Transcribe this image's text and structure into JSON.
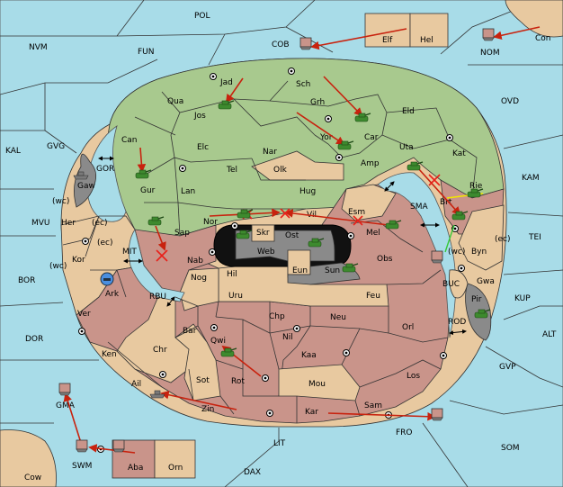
{
  "map": {
    "sea_labels": [
      "POL",
      "NVM",
      "FUN",
      "COB",
      "NOM",
      "Con",
      "OVD",
      "KAL",
      "GVG",
      "GOR",
      "KAM",
      "MVU",
      "SMA",
      "TEI",
      "BOR",
      "MIT",
      "RBU",
      "BUC",
      "KUP",
      "DOR",
      "ROD",
      "ALT",
      "GVP",
      "GMA",
      "FRO",
      "SOM",
      "LIT",
      "SWM",
      "DAX",
      "Cow"
    ],
    "land_labels": [
      "Elf",
      "Hel",
      "Jad",
      "Sch",
      "Qua",
      "Grh",
      "Jos",
      "Eld",
      "Can",
      "Car",
      "Yor",
      "Uta",
      "Elc",
      "Nar",
      "Amp",
      "Kat",
      "Tel",
      "Olk",
      "Gur",
      "Gaw",
      "Lan",
      "Hug",
      "Rie",
      "Esm",
      "Brt",
      "Nor",
      "Vil",
      "Her",
      "Skr",
      "Ost",
      "Mel",
      "Sap",
      "Web",
      "Byn",
      "Kor",
      "Nab",
      "Obs",
      "Eun",
      "Sun",
      "Gwa",
      "Hil",
      "Ark",
      "Nog",
      "Feu",
      "Uru",
      "Pir",
      "Chp",
      "Neu",
      "Bar",
      "Orl",
      "Qwi",
      "Nil",
      "Chr",
      "Ver",
      "Kaa",
      "Ken",
      "Sot",
      "Los",
      "Rot",
      "Mou",
      "Ail",
      "Zin",
      "Kar",
      "Sam",
      "Aba",
      "Orn"
    ],
    "coast_labels": [
      "(wc)",
      "(ec)",
      "(ec)",
      "(wc)",
      "(ec)",
      "(wc)"
    ],
    "colors": {
      "sea": "#a8dce8",
      "green": "#a8c98e",
      "tan": "#e8c9a0",
      "red": "#c9948a",
      "gray": "#8a8a8a",
      "move_arrow": "#c8220e",
      "bounce_x": "#e8201a",
      "support_line_yellow": "#f2e600",
      "support_line_green": "#36c836"
    },
    "icons": [
      "army-icon",
      "fleet-icon",
      "supply-center-icon",
      "cut-mark-icon",
      "double-arrow-icon"
    ]
  }
}
